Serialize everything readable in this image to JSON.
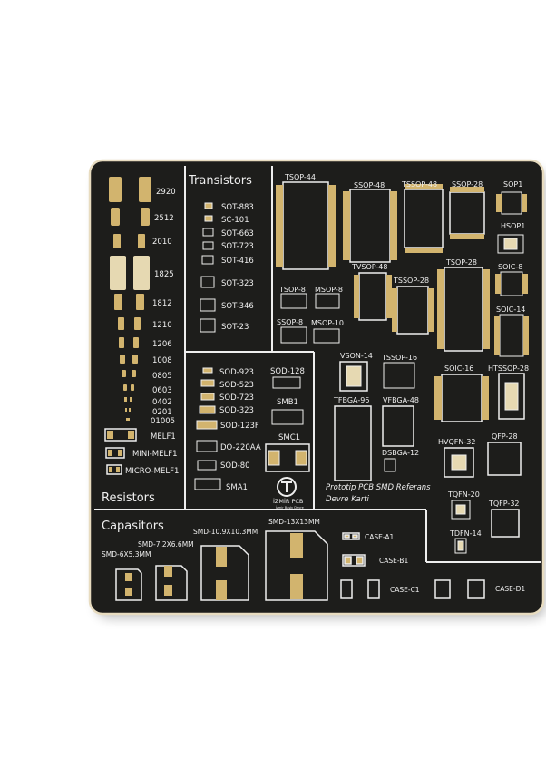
{
  "colors": {
    "board": "#1d1d1b",
    "edge": "#e8dcc0",
    "silk": "#eeeeee",
    "pad": "#d2b46e",
    "pad_light": "#e6d9b2"
  },
  "logo": {
    "name": "İZMİR PCB",
    "tagline": "İzmir Baskı Devre"
  },
  "sections": {
    "transistors": "Transistors",
    "resistors": "Resistors",
    "capasitors": "Capasitors"
  },
  "resistors": [
    "2920",
    "2512",
    "2010",
    "1825",
    "1812",
    "1210",
    "1206",
    "1008",
    "0805",
    "0603",
    "0402",
    "0201",
    "01005",
    "MELF1",
    "MINI-MELF1",
    "MICRO-MELF1"
  ],
  "transistors": [
    "SOT-883",
    "SC-101",
    "SOT-663",
    "SOT-723",
    "SOT-416",
    "SOT-323",
    "SOT-346",
    "SOT-23"
  ],
  "diodes": [
    "SOD-923",
    "SOD-523",
    "SOD-723",
    "SOD-323",
    "SOD-123F",
    "DO-220AA",
    "SOD-80",
    "SMA1",
    "SOD-128",
    "SMB1",
    "SMC1"
  ],
  "ics": [
    "TSOP-44",
    "SSOP-48",
    "TSSOP-48",
    "SSOP-28",
    "SOP1",
    "HSOP1",
    "TVSOP-48",
    "TSOP-8",
    "MSOP-8",
    "TSSOP-28",
    "TSOP-28",
    "SOIC-8",
    "SSOP-8",
    "MSOP-10",
    "SOIC-14",
    "VSON-14",
    "TSSOP-16",
    "SOIC-16",
    "HTSSOP-28",
    "TFBGA-96",
    "VFBGA-48",
    "DSBGA-12",
    "HVQFN-32",
    "QFP-28",
    "TQFN-20",
    "TQFP-32",
    "TDFN-14"
  ],
  "capacitors": [
    "SMD-6X5.3MM",
    "SMD-7.2X6.6MM",
    "SMD-10.9X10.3MM",
    "SMD-13X13MM",
    "CASE-A1",
    "CASE-B1",
    "CASE-C1",
    "CASE-D1"
  ],
  "title_line1": "Prototip PCB SMD Referans",
  "title_line2": "Devre Karti"
}
